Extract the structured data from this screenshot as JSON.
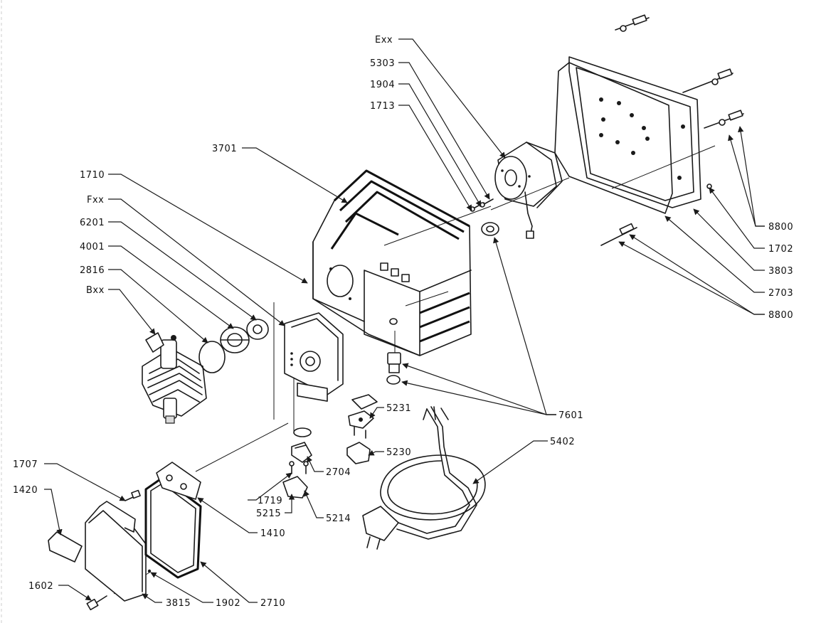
{
  "diagram": {
    "colors": {
      "line": "#1a1a1a",
      "background": "#ffffff"
    },
    "part_numbers": [
      "Exx",
      "5303",
      "1904",
      "1713",
      "3701",
      "1710",
      "Fxx",
      "6201",
      "4001",
      "2816",
      "Bxx",
      "8800",
      "1702",
      "3803",
      "2703",
      "8800",
      "7601",
      "5231",
      "5230",
      "5402",
      "2704",
      "1707",
      "1420",
      "1719",
      "5215",
      "5214",
      "1410",
      "1602",
      "3815",
      "1902",
      "2710"
    ]
  }
}
